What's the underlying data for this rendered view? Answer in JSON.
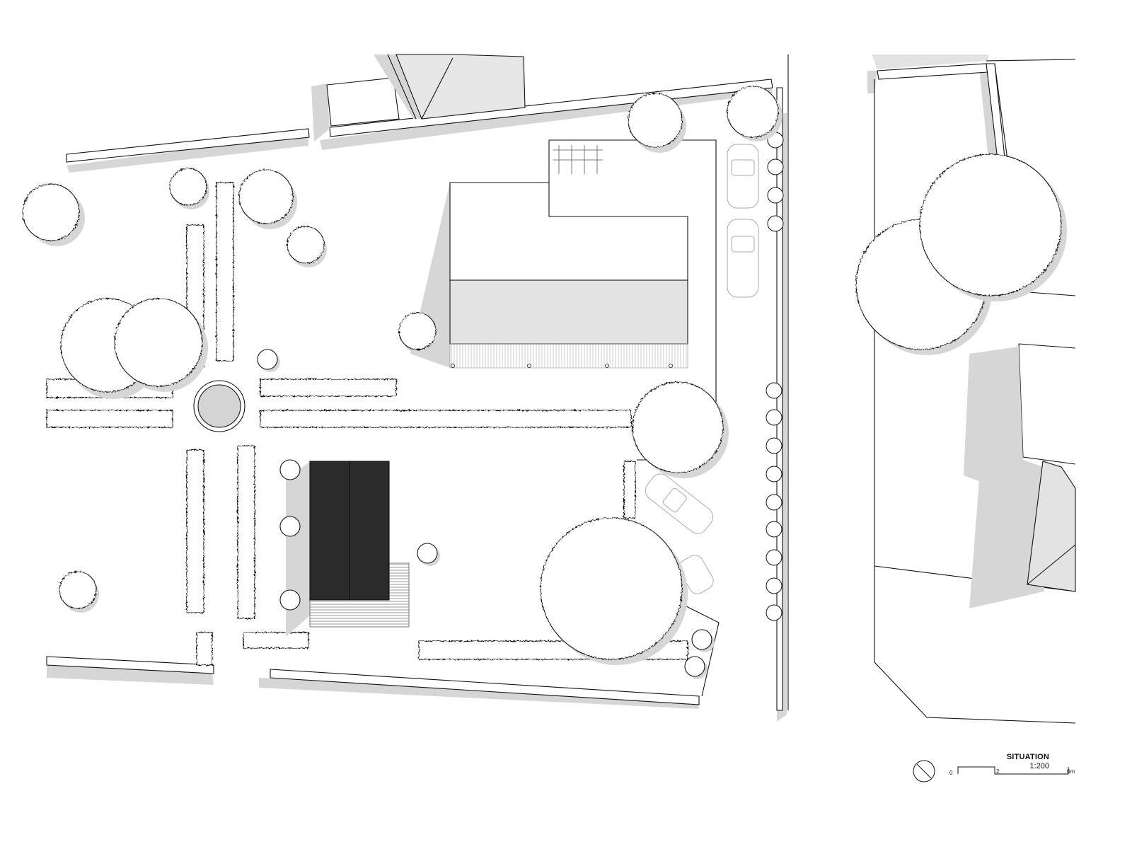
{
  "drawing": {
    "title": "SITUATION",
    "scale": "1:200",
    "scale_bar_labels": [
      "0",
      "2",
      "6m"
    ]
  },
  "colors": {
    "line": "#111111",
    "shadow": "#d6d6d6",
    "roof_light": "#e3e3e3",
    "roof_dark": "#2b2b2b",
    "tree_fill": "#ffffff",
    "fountain": "#d4d4d4"
  },
  "icons": {
    "north_arrow": "north-arrow-icon"
  }
}
